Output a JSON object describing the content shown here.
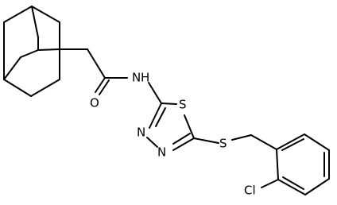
{
  "molecule": {
    "atoms": {
      "amide_nitrogen": "N",
      "amide_hydrogen": "H",
      "carbonyl_oxygen": "O",
      "ring_sulfur": "S",
      "ring_nitrogen_upper": "N",
      "ring_nitrogen_lower": "N",
      "thioether_sulfur": "S",
      "chlorine": "Cl"
    },
    "colors": {
      "bond": "#000000",
      "text": "#000000",
      "background": "#ffffff"
    }
  }
}
